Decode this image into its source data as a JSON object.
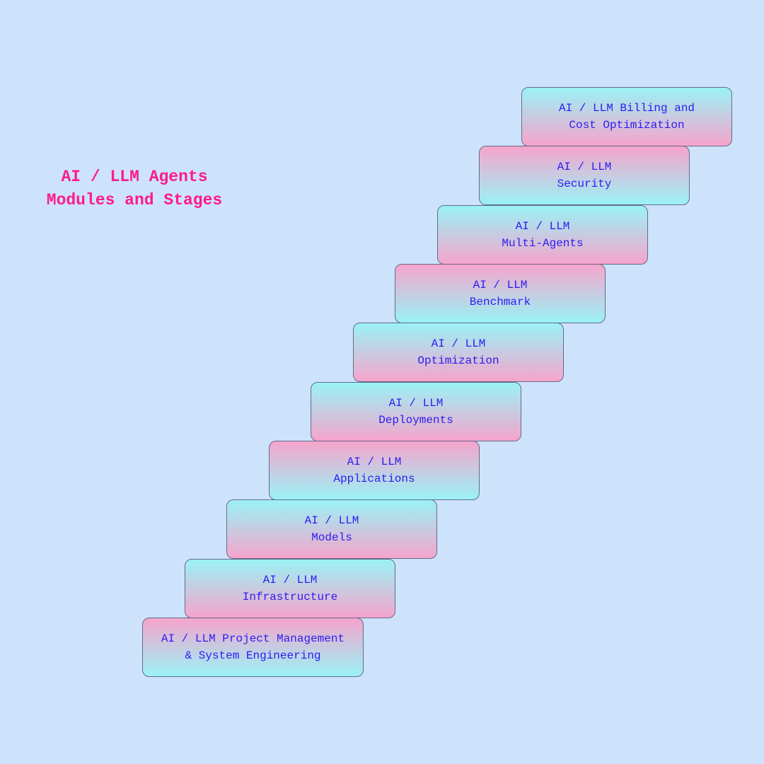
{
  "title": {
    "line1": "AI / LLM Agents",
    "line2": "Modules and Stages"
  },
  "colors": {
    "background": "#cce3fb",
    "title": "#ff1a8c",
    "step_text": "#2a1cf0",
    "gradient_cyan": "#9af2f6",
    "gradient_pink": "#f6a4cc",
    "border": "#666a8a"
  },
  "steps": [
    {
      "line1": "AI / LLM Project Management",
      "line2": "& System Engineering",
      "top_color": "pink"
    },
    {
      "line1": "AI / LLM",
      "line2": "Infrastructure",
      "top_color": "cyan"
    },
    {
      "line1": "AI / LLM",
      "line2": "Models",
      "top_color": "cyan"
    },
    {
      "line1": "AI / LLM",
      "line2": "Applications",
      "top_color": "pink"
    },
    {
      "line1": "AI / LLM",
      "line2": "Deployments",
      "top_color": "cyan"
    },
    {
      "line1": "AI / LLM",
      "line2": "Optimization",
      "top_color": "cyan"
    },
    {
      "line1": "AI / LLM",
      "line2": "Benchmark",
      "top_color": "pink"
    },
    {
      "line1": "AI / LLM",
      "line2": "Multi-Agents",
      "top_color": "cyan"
    },
    {
      "line1": "AI / LLM",
      "line2": "Security",
      "top_color": "pink"
    },
    {
      "line1": "AI / LLM Billing and",
      "line2": "Cost Optimization",
      "top_color": "cyan"
    }
  ]
}
